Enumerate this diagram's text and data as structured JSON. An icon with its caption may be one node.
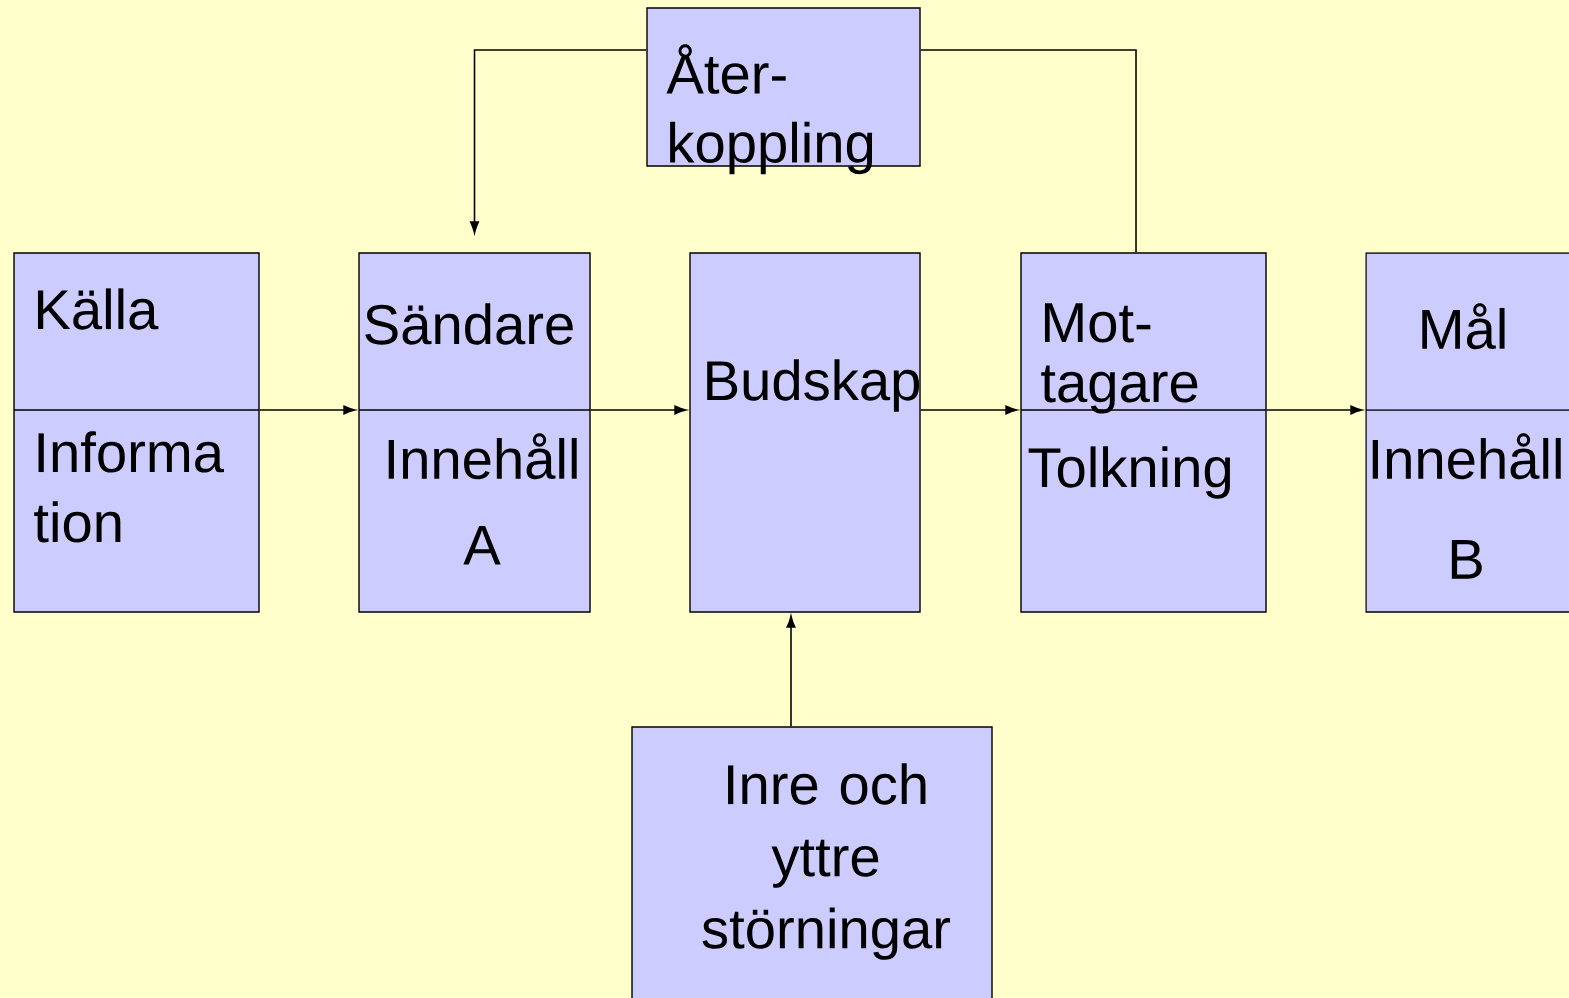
{
  "diagram": {
    "nodes": [
      {
        "text": [
          "Åter- koppling"
        ]
      },
      {
        "text": [
          "Källa",
          "Informa tion"
        ]
      },
      {
        "text": [
          "Sändare",
          "Innehåll A"
        ]
      },
      {
        "text": [
          "Budskap"
        ]
      },
      {
        "text": [
          "Mot- tagare",
          "Tolkning"
        ]
      },
      {
        "text": [
          "Mål",
          "Innehåll B"
        ]
      },
      {
        "text": [
          "Inre och yttre störningar"
        ]
      }
    ],
    "edges": [
      {
        "from": 1,
        "to": 2,
        "arrow": "to"
      },
      {
        "from": 2,
        "to": 3,
        "arrow": "to"
      },
      {
        "from": 3,
        "to": 4,
        "arrow": "to"
      },
      {
        "from": 4,
        "to": 5,
        "arrow": "to"
      },
      {
        "from": 0,
        "to": 2,
        "arrow": "to"
      },
      {
        "from": 4,
        "to": 0,
        "arrow": "none"
      },
      {
        "from": 6,
        "to": 3,
        "arrow": "to"
      }
    ]
  }
}
